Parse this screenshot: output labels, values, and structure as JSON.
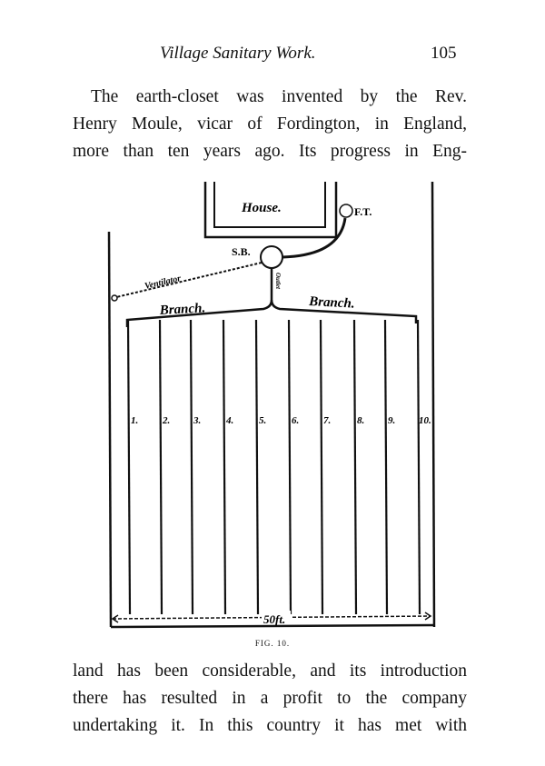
{
  "header": {
    "title": "Village Sanitary Work.",
    "page_number": "105"
  },
  "paragraph_top": [
    "The earth-closet was invented by the Rev.",
    "Henry Moule, vicar of Fordington, in England,",
    "more than ten years ago. Its progress in Eng-"
  ],
  "figure": {
    "house": "House.",
    "ft": "F.T.",
    "sb": "S.B.",
    "ventilator": "Ventilator",
    "outlet": "Outlet",
    "branch_left": "Branch.",
    "branch_right": "Branch.",
    "drains": [
      "1.",
      "2.",
      "3.",
      "4.",
      "5.",
      "6.",
      "7.",
      "8.",
      "9.",
      "10."
    ],
    "dimension": "50ft.",
    "caption": "FIG. 10."
  },
  "paragraph_bottom": [
    "land has been considerable, and its introduction",
    "there has resulted in a profit to the company",
    "undertaking it. In this country it has met with"
  ]
}
